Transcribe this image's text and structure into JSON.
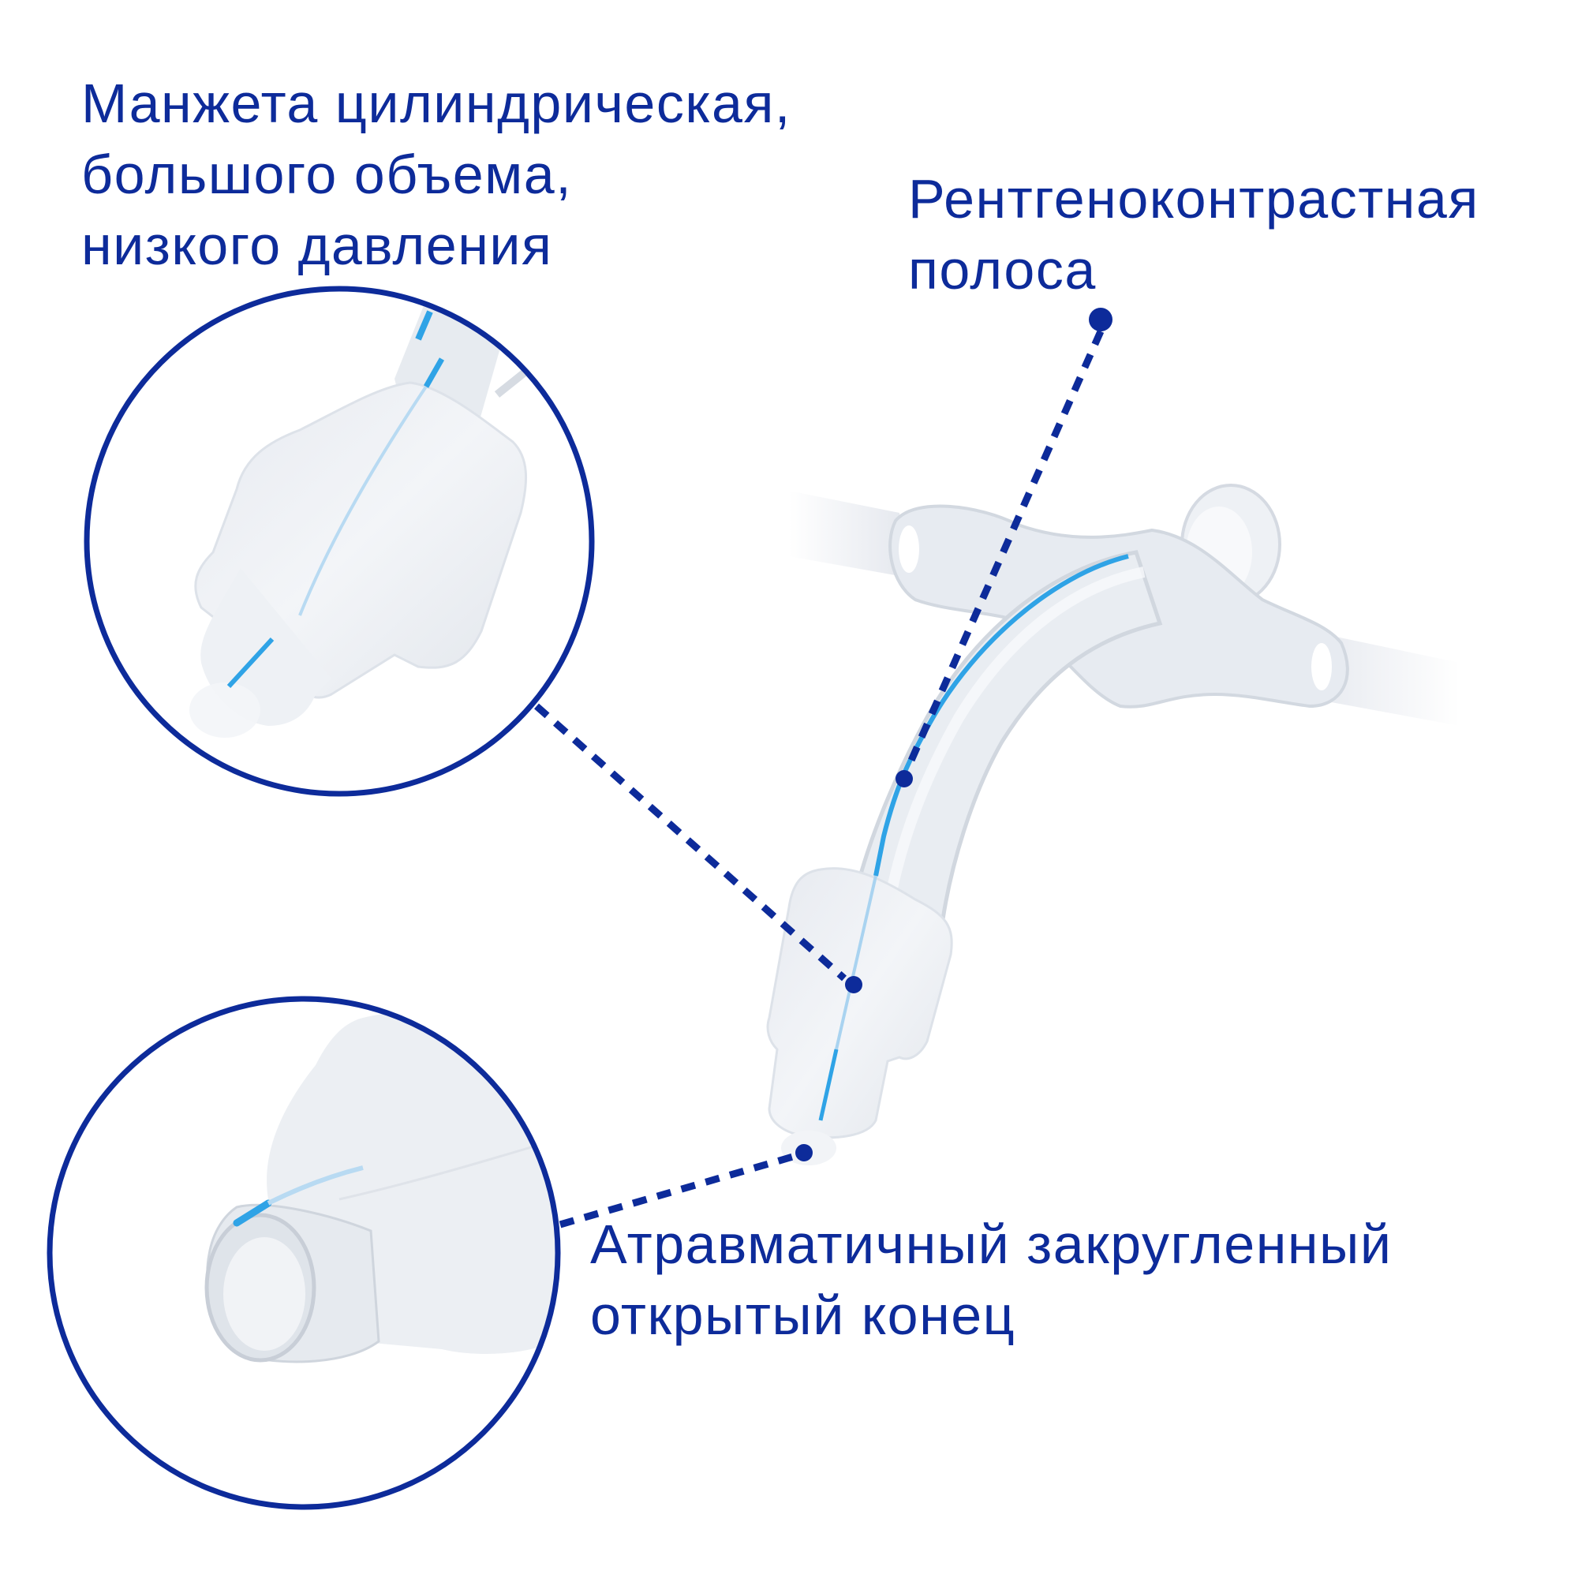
{
  "labels": {
    "cuff": {
      "lines": [
        "Манжета цилиндрическая,",
        "большого объема,",
        "низкого давления"
      ]
    },
    "stripe": {
      "lines": [
        "Рентгеноконтрастная",
        "полоса"
      ]
    },
    "tip": {
      "lines": [
        "Атравматичный закругленный",
        "открытый конец"
      ]
    }
  },
  "colors": {
    "accent": "#0d2b9a",
    "stripe_blue": "#2fa3e6",
    "background": "#ffffff"
  },
  "callouts": [
    {
      "name": "cuff-callout",
      "from_circle": "detail-circle-cuff",
      "dot": [
        1082,
        1248
      ]
    },
    {
      "name": "stripe-callout",
      "from_label": "stripe",
      "dot": [
        1146,
        987
      ]
    },
    {
      "name": "tip-callout",
      "from_circle": "detail-circle-tip",
      "dot": [
        1019,
        1461
      ]
    }
  ]
}
